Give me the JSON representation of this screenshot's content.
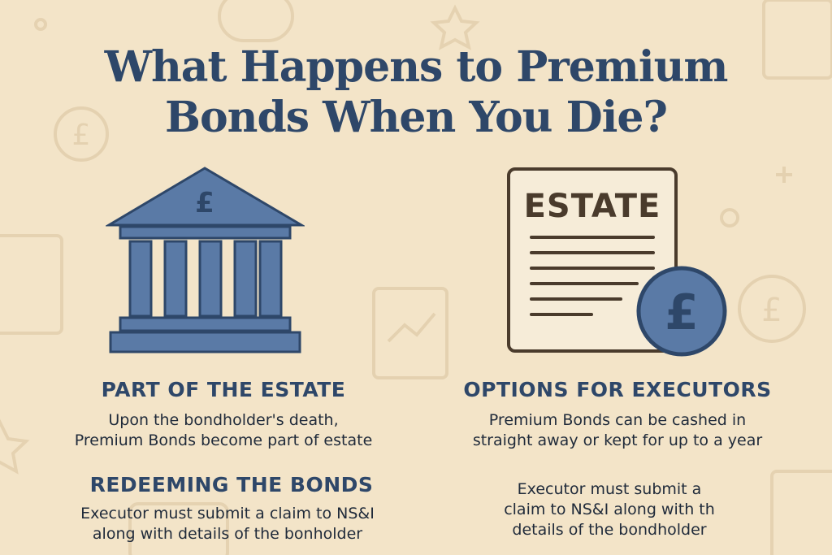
{
  "title": {
    "line1": "What Happens to Premium",
    "line2": "Bonds When You Die?"
  },
  "icons": {
    "bank": "bank-building-icon",
    "estate_doc": "estate-document-icon",
    "coin": "pound-coin-icon"
  },
  "estate_doc": {
    "label": "ESTATE",
    "coin_symbol": "£"
  },
  "bank": {
    "pediment_symbol": "£"
  },
  "sections": {
    "part_of_estate": {
      "heading": "PART OF THE ESTATE",
      "line1": "Upon the bondholder's death,",
      "line2": "Premium Bonds become part of estate"
    },
    "options": {
      "heading": "OPTIONS FOR EXECUTORS",
      "line1": "Premium Bonds can be cashed in",
      "line2": "straight away or kept for up to a year"
    },
    "redeeming": {
      "heading": "REDEEMING THE BONDS",
      "line1": "Executor must submit a claim to NS&I",
      "line2": "along with details of the bonholder"
    },
    "executor": {
      "line1": "Executor must submit a",
      "line2": "claim to NS&I along with th",
      "line3": "details of the bondholder"
    }
  },
  "colors": {
    "background": "#f3e4c8",
    "navy": "#2e4769",
    "bank_blue": "#5a7aa6",
    "paper": "#f6ecd8",
    "doc_brown": "#4a3b2c"
  }
}
